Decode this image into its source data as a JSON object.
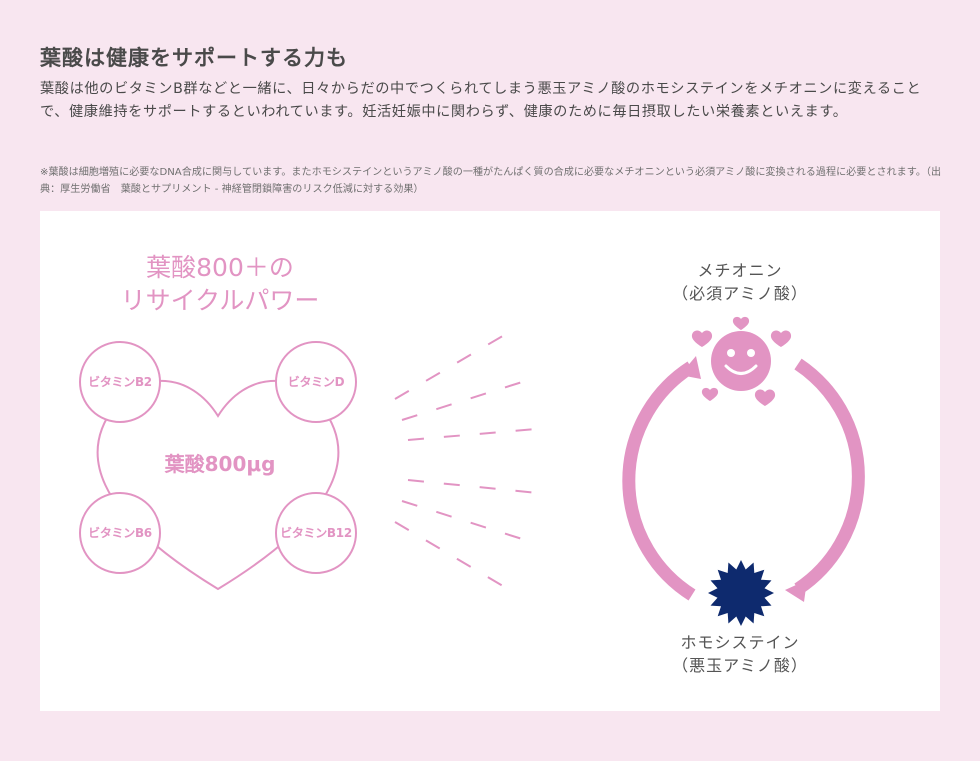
{
  "header": {
    "title": "葉酸は健康をサポートする力も",
    "lead": "葉酸は他のビタミンB群などと一緒に、日々からだの中でつくられてしまう悪玉アミノ酸のホモシステインをメチオニンに変えることで、健康維持をサポートするといわれています。妊活妊娠中に関わらず、健康のために毎日摂取したい栄養素といえます。",
    "note": "※葉酸は細胞増殖に必要なDNA合成に関与しています。またホモシステインというアミノ酸の一種がたんぱく質の合成に必要なメチオニンという必須アミノ酸に変換される過程に必要とされます。（出典：厚生労働省　葉酸とサプリメント - 神経管閉鎖障害のリスク低減に対する効果）"
  },
  "diagram": {
    "heart_title_line1": "葉酸800＋の",
    "heart_title_line2": "リサイクルパワー",
    "center_label": "葉酸800μg",
    "vitamins": {
      "top_left": "ビタミンB2",
      "top_right": "ビタミンD",
      "bottom_left": "ビタミンB6",
      "bottom_right": "ビタミンB12"
    },
    "top_node_line1": "メチオニン",
    "top_node_line2": "（必須アミノ酸）",
    "bottom_node_line1": "ホモシステイン",
    "bottom_node_line2": "（悪玉アミノ酸）",
    "icons": {
      "top": "smiling-face-with-hearts-icon",
      "bottom": "spiky-star-icon"
    }
  },
  "colors": {
    "background": "#f8e6f0",
    "panel": "#ffffff",
    "pink": "#e294c3",
    "navy": "#0e2a6e",
    "text": "#4a4a4a"
  }
}
